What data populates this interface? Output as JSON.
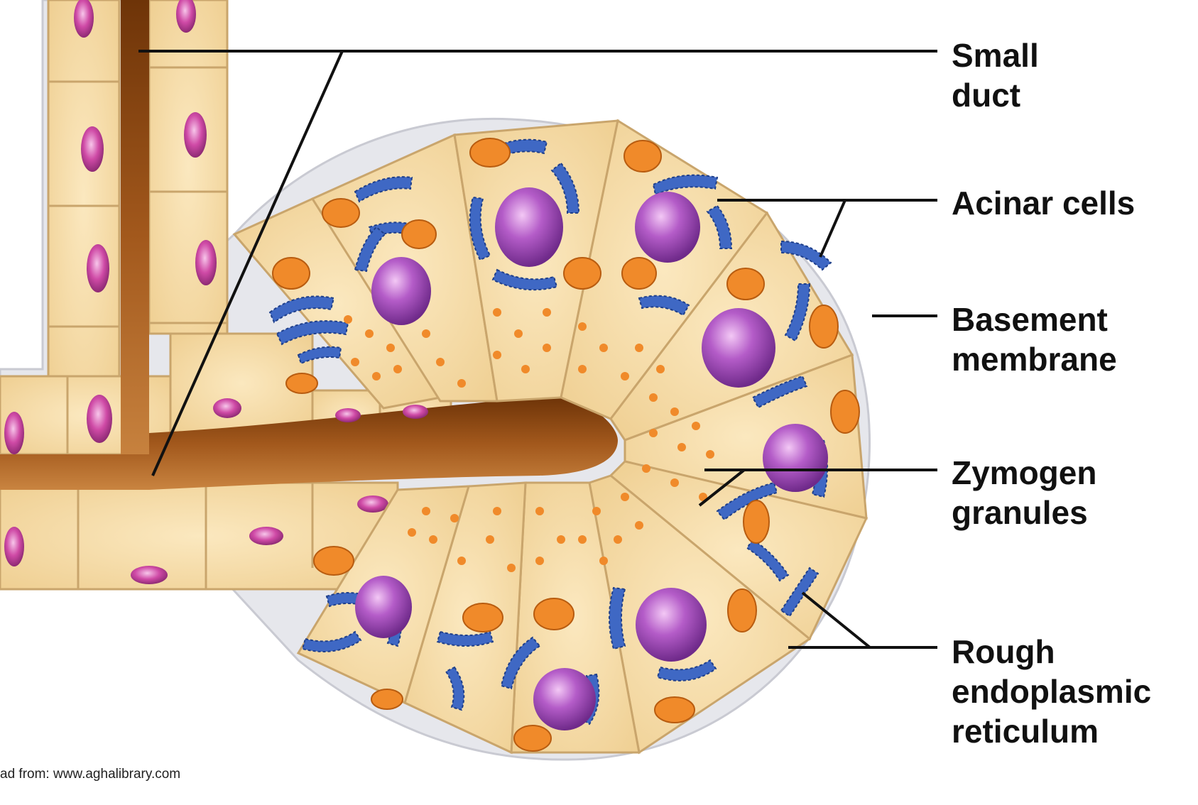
{
  "labels": {
    "small_duct": [
      "Small",
      "duct"
    ],
    "acinar_cells": [
      "Acinar cells"
    ],
    "basement_membrane": [
      "Basement",
      "membrane"
    ],
    "zymogen_granules": [
      "Zymogen",
      "granules"
    ],
    "rough_er": [
      "Rough",
      "endoplasmic",
      "reticulum"
    ]
  },
  "watermark": "ad from: www.aghalibrary.com",
  "colors": {
    "cytoplasm": "#f6dca6",
    "cell_outline": "#d9b67c",
    "lumen": "#8a4a14",
    "nucleus": "#a34bb8",
    "duct_nucleus": "#c0449a",
    "rough_er": "#3f68c4",
    "mitochondria": "#f08a2a",
    "zymogen": "#f08a2a",
    "basement_membrane": "#e3e4ea",
    "leader_line": "#111111"
  }
}
